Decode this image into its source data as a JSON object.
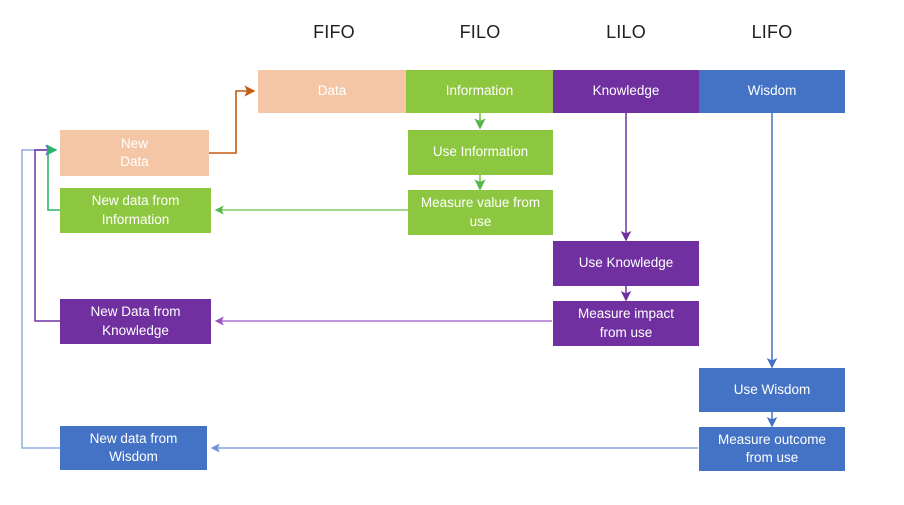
{
  "diagram": {
    "title_row": {
      "headers": [
        {
          "id": "fifo",
          "label": "FIFO"
        },
        {
          "id": "filo",
          "label": "FILO"
        },
        {
          "id": "lilo",
          "label": "LILO"
        },
        {
          "id": "lifo",
          "label": "LIFO"
        }
      ]
    },
    "colors": {
      "data_peach": "#F5C6A5",
      "information_green": "#8DC63F",
      "knowledge_purple": "#7030A0",
      "wisdom_blue": "#4472C4",
      "data_arrow_orange": "#C55A11",
      "information_arrow_green": "#56B74C",
      "knowledge_arrow_purple": "#7030A0",
      "wisdom_arrow_blue": "#4472C4",
      "text_white": "#FFFFFF",
      "header_text": "#202020",
      "background": "#FFFFFF"
    },
    "nodes": [
      {
        "id": "data",
        "label": "Data"
      },
      {
        "id": "information",
        "label": "Information"
      },
      {
        "id": "knowledge",
        "label": "Knowledge"
      },
      {
        "id": "wisdom",
        "label": "Wisdom"
      },
      {
        "id": "new-data",
        "label": "New\nData"
      },
      {
        "id": "use-information",
        "label": "Use Information"
      },
      {
        "id": "measure-value",
        "label": "Measure value from\nuse"
      },
      {
        "id": "new-data-info",
        "label": "New data from\nInformation"
      },
      {
        "id": "use-knowledge",
        "label": "Use Knowledge"
      },
      {
        "id": "measure-impact",
        "label": "Measure impact\nfrom use"
      },
      {
        "id": "new-data-know",
        "label": "New Data from\nKnowledge"
      },
      {
        "id": "use-wisdom",
        "label": "Use Wisdom"
      },
      {
        "id": "measure-outcome",
        "label": "Measure outcome\nfrom use"
      },
      {
        "id": "new-data-wisdom",
        "label": "New data from\nWisdom"
      }
    ],
    "edges": [
      {
        "id": "new-data-to-data",
        "from": "new-data",
        "to": "data",
        "color": "#C55A11"
      },
      {
        "id": "information-to-use",
        "from": "information",
        "to": "use-information",
        "color": "#56B74C"
      },
      {
        "id": "use-info-to-measure",
        "from": "use-information",
        "to": "measure-value",
        "color": "#56B74C"
      },
      {
        "id": "measure-value-to-new-data",
        "from": "measure-value",
        "to": "new-data-info",
        "color": "#56B74C"
      },
      {
        "id": "new-data-info-to-new-data",
        "from": "new-data-info",
        "to": "new-data",
        "color": "#2EB36B"
      },
      {
        "id": "knowledge-to-use",
        "from": "knowledge",
        "to": "use-knowledge",
        "color": "#7030A0"
      },
      {
        "id": "use-know-to-measure",
        "from": "use-knowledge",
        "to": "measure-impact",
        "color": "#7030A0"
      },
      {
        "id": "measure-impact-to-new",
        "from": "measure-impact",
        "to": "new-data-know",
        "color": "#9A57C4"
      },
      {
        "id": "new-data-know-to-new-data",
        "from": "new-data-know",
        "to": "new-data",
        "color": "#7030A0"
      },
      {
        "id": "wisdom-to-use",
        "from": "wisdom",
        "to": "use-wisdom",
        "color": "#4472C4"
      },
      {
        "id": "use-wisdom-to-measure",
        "from": "use-wisdom",
        "to": "measure-outcome",
        "color": "#4472C4"
      },
      {
        "id": "measure-outcome-to-new",
        "from": "measure-outcome",
        "to": "new-data-wisdom",
        "color": "#6E93D6"
      },
      {
        "id": "new-data-wisdom-to-new",
        "from": "new-data-wisdom",
        "to": "new-data",
        "color": "#8FAEE0"
      }
    ]
  }
}
